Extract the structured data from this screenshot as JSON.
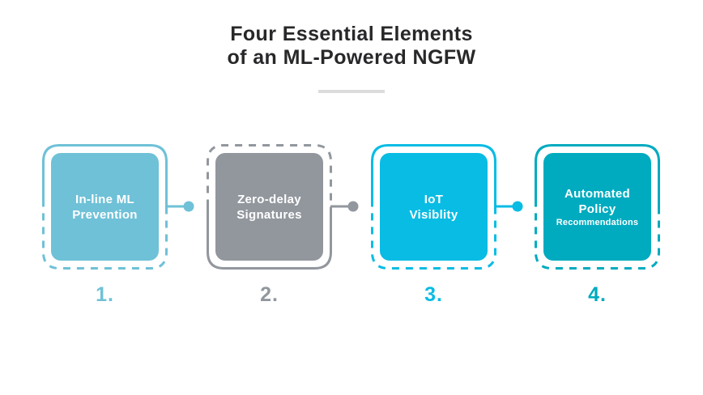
{
  "title": {
    "line1": "Four Essential Elements",
    "line2": "of an ML-Powered NGFW"
  },
  "items": [
    {
      "line1": "In-line ML",
      "line2": "Prevention",
      "number": "1.",
      "color": "#6FC1D7"
    },
    {
      "line1": "Zero-delay",
      "line2": "Signatures",
      "number": "2.",
      "color": "#92979E"
    },
    {
      "line1": "IoT",
      "line2": "Visiblity",
      "number": "3.",
      "color": "#09BCE4"
    },
    {
      "line1": "Automated",
      "line2": "Policy",
      "sublabel": "Recommendations",
      "number": "4.",
      "color": "#00ABBF"
    }
  ],
  "colors": {
    "title_text": "#28282B",
    "divider": "#DCDCDC",
    "background": "#FFFFFF",
    "card_label_text": "#FFFFFF"
  }
}
